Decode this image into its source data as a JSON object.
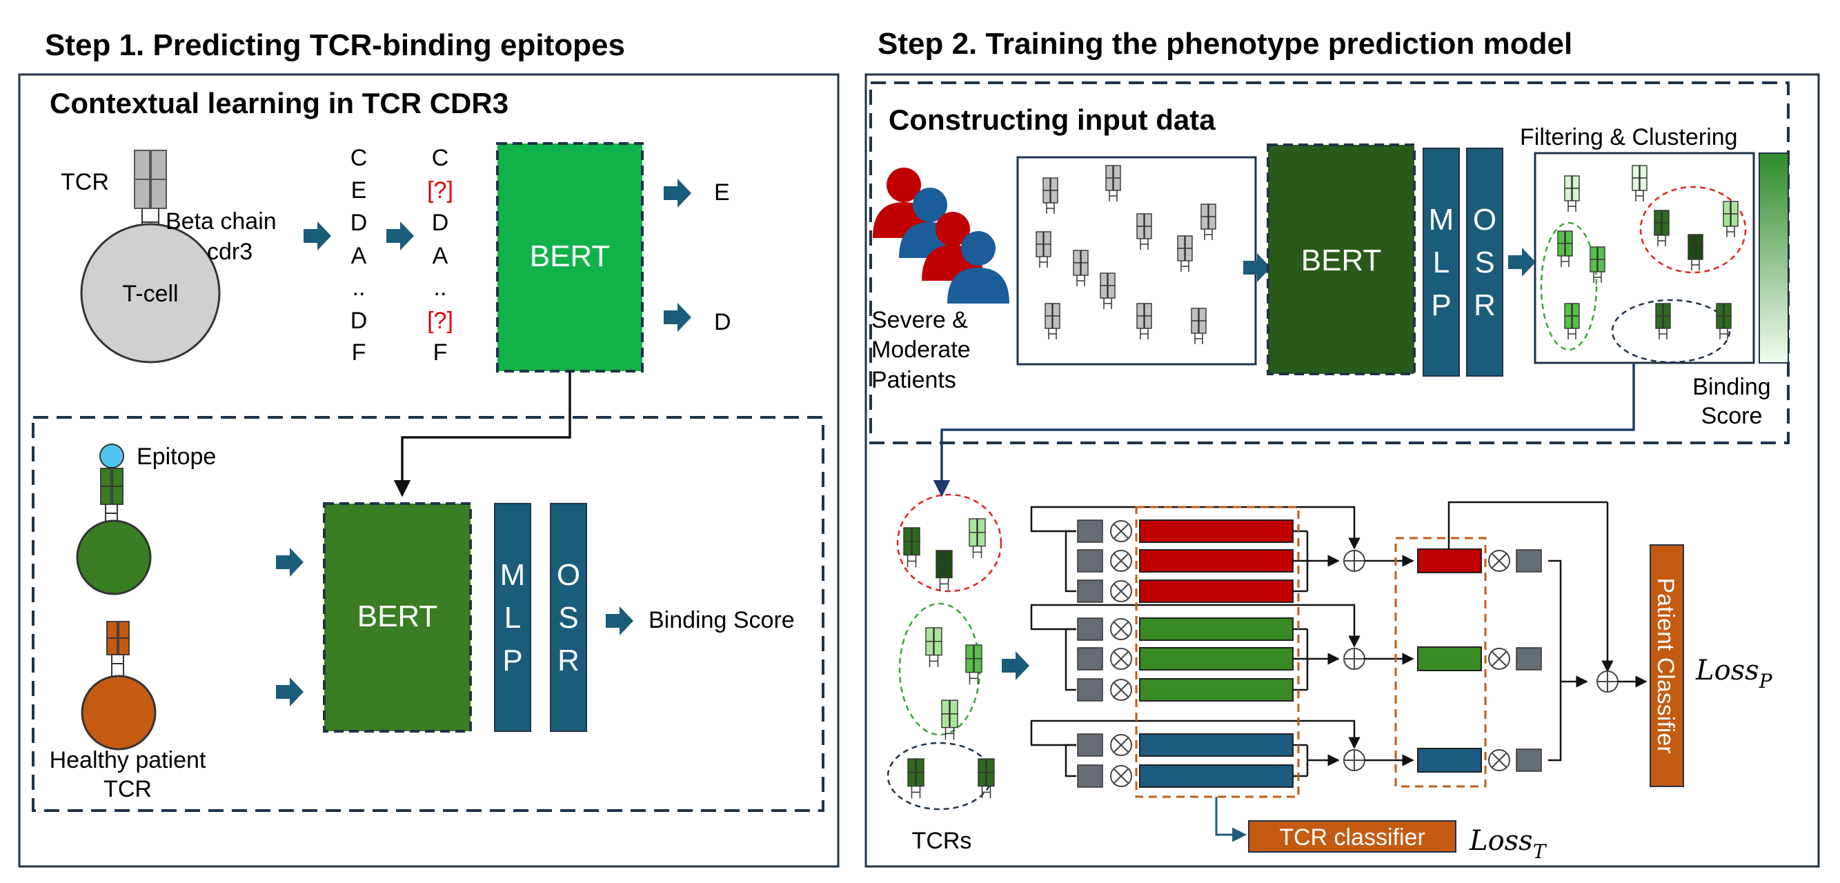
{
  "step1": {
    "title": "Step 1. Predicting TCR-binding epitopes",
    "subtitle": "Contextual learning in TCR CDR3",
    "tcr_label": "TCR",
    "tcell_label": "T-cell",
    "beta_chain_label": "Beta chain",
    "cdr3_label": "cdr3",
    "seq_original": [
      "C",
      "E",
      "D",
      "A",
      "..",
      "D",
      "F"
    ],
    "seq_masked": [
      "C",
      "[?]",
      "D",
      "A",
      "..",
      "[?]",
      "F"
    ],
    "bert_label": "BERT",
    "predicted_tokens": [
      "E",
      "D"
    ],
    "epitope_label": "Epitope",
    "healthy_label_line1": "Healthy patient",
    "healthy_label_line2": "TCR",
    "bert2_label": "BERT",
    "mlp_letters": [
      "M",
      "L",
      "P"
    ],
    "osr_letters": [
      "O",
      "S",
      "R"
    ],
    "binding_score_label": "Binding Score"
  },
  "step2": {
    "title": "Step 2. Training the phenotype prediction model",
    "subtitle": "Constructing input data",
    "patients_label": [
      "Severe &",
      "Moderate",
      "Patients"
    ],
    "bert_label": "BERT",
    "mlp_letters": [
      "M",
      "L",
      "P"
    ],
    "osr_letters": [
      "O",
      "S",
      "R"
    ],
    "filter_label": "Filtering & Clustering",
    "binding_score_label": [
      "Binding",
      "Score"
    ],
    "tcrs_label": "TCRs",
    "patient_classifier_label": "Patient Classifier",
    "tcr_classifier_label": "TCR classifier",
    "loss_p_main": "Loss",
    "loss_p_sub": "P",
    "loss_t_main": "Loss",
    "loss_t_sub": "T"
  },
  "colors": {
    "frame": "#1f3347",
    "dashed": "#1f3347",
    "arrow": "#1b5c7a",
    "bert_bright": "#12b24a",
    "bert_mid": "#3a7d22",
    "bert_dark": "#2a5a1a",
    "mlp_osr": "#1b5c7a",
    "red": "#c00000",
    "green": "#3a8a24",
    "blue": "#1b5c80",
    "orange": "#c55a11",
    "gray_box": "#666c73",
    "tcell": "#d0d0d0",
    "epitope": "#4fc6f0",
    "masked": "#e00000"
  }
}
